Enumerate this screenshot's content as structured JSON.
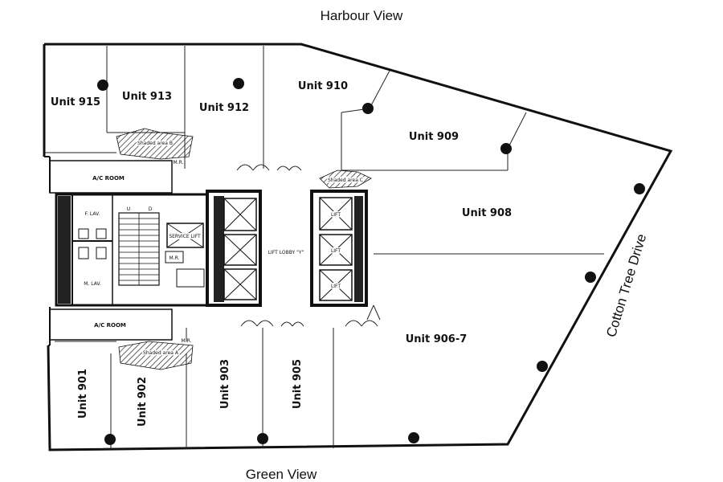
{
  "streets": {
    "top": "Harbour View",
    "bottom": "Green View",
    "right": "Cotton Tree Drive"
  },
  "units": {
    "u915": "Unit 915",
    "u913": "Unit 913",
    "u912": "Unit 912",
    "u910": "Unit 910",
    "u909": "Unit 909",
    "u908": "Unit 908",
    "u906_7": "Unit 906-7",
    "u901": "Unit 901",
    "u902": "Unit 902",
    "u903": "Unit 903",
    "u905": "Unit 905"
  },
  "rooms": {
    "ac_room_top": "A/C ROOM",
    "ac_room_bottom": "A/C ROOM",
    "lift_lobby": "LIFT LOBBY \"Y\"",
    "f_lav": "F. LAV.",
    "m_lav": "M. LAV.",
    "mr_top": "M.R.",
    "mr_bottom": "M.R.",
    "mr_core": "M.R.",
    "service_lift": "SERVICE LIFT",
    "shaded_area_a": "Shaded area A",
    "shaded_area_b": "Shaded area B",
    "shaded_area_c": "Shaded area C",
    "stair_up": "U",
    "stair_down": "D",
    "lift": "LIFT"
  }
}
